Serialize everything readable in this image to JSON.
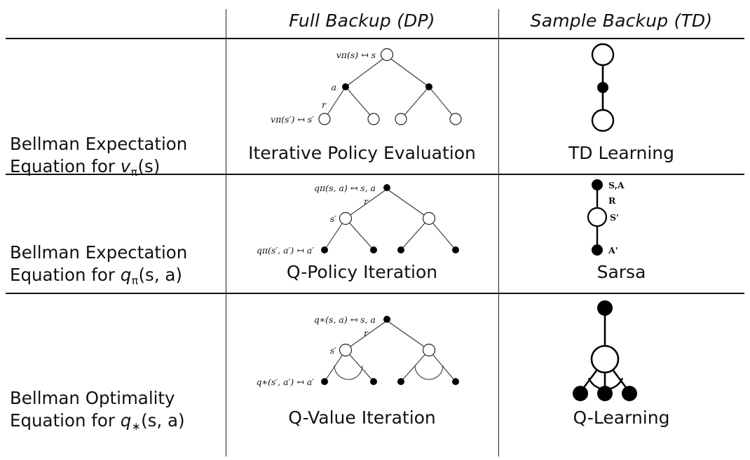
{
  "table": {
    "columns": [
      {
        "key": "equation",
        "header": ""
      },
      {
        "key": "full_backup",
        "header": "Full Backup (DP)"
      },
      {
        "key": "sample_backup",
        "header": "Sample Backup (TD)"
      }
    ],
    "rows": [
      {
        "equation_line1": "Bellman Expectation",
        "equation_line2_prefix": "Equation for ",
        "equation_symbol": "v",
        "equation_subscript": "π",
        "equation_args": "(s)",
        "full_backup_caption": "Iterative Policy Evaluation",
        "sample_backup_caption": "TD Learning",
        "full_backup_diagram": {
          "type": "dp-backup-tree",
          "root_label": "vπ(s) ↤ s",
          "edge_label": "r",
          "action_label": "a",
          "leaf_label": "vπ(s′) ↤ s′",
          "root_node": "open",
          "mid_nodes": "filled",
          "leaf_nodes": "open",
          "mid_count": 2,
          "leaf_count": 4,
          "max_arc": false
        },
        "sample_backup_diagram": {
          "type": "td-chain",
          "nodes": [
            "open",
            "filled",
            "open"
          ],
          "labels": [
            "",
            "",
            ""
          ],
          "max_arc": false
        }
      },
      {
        "equation_line1": "Bellman Expectation",
        "equation_line2_prefix": "Equation for ",
        "equation_symbol": "q",
        "equation_subscript": "π",
        "equation_args": "(s, a)",
        "full_backup_caption": "Q-Policy Iteration",
        "sample_backup_caption": "Sarsa",
        "full_backup_diagram": {
          "type": "dp-backup-tree",
          "root_label": "qπ(s, a) ↤ s, a",
          "edge_label": "r",
          "action_label": "s′",
          "leaf_label": "qπ(s′, a′) ↤ a′",
          "root_node": "filled",
          "mid_nodes": "open",
          "leaf_nodes": "filled",
          "mid_count": 2,
          "leaf_count": 4,
          "max_arc": false
        },
        "sample_backup_diagram": {
          "type": "td-chain",
          "nodes": [
            "filled",
            "open",
            "filled"
          ],
          "labels": [
            "S,A",
            "S'",
            "A'"
          ],
          "edge_label": "R",
          "max_arc": false
        }
      },
      {
        "equation_line1": "Bellman Optimality",
        "equation_line2_prefix": "Equation for ",
        "equation_symbol": "q",
        "equation_subscript": "∗",
        "equation_args": "(s, a)",
        "full_backup_caption": "Q-Value Iteration",
        "sample_backup_caption": "Q-Learning",
        "full_backup_diagram": {
          "type": "dp-backup-tree",
          "root_label": "q∗(s, a) ↤ s, a",
          "edge_label": "r",
          "action_label": "s′",
          "leaf_label": "q∗(s′, a′) ↤ a′",
          "root_node": "filled",
          "mid_nodes": "open",
          "leaf_nodes": "filled",
          "mid_count": 2,
          "leaf_count": 4,
          "max_arc": true
        },
        "sample_backup_diagram": {
          "type": "q-learning-fan",
          "nodes": [
            "filled",
            "open",
            "filled"
          ],
          "leaf_count": 3,
          "max_arc": true
        }
      }
    ]
  },
  "colors": {
    "background": "#ffffff",
    "text": "#111111",
    "rule": "#111111",
    "node_fill": "#000000",
    "node_stroke": "#222222"
  }
}
